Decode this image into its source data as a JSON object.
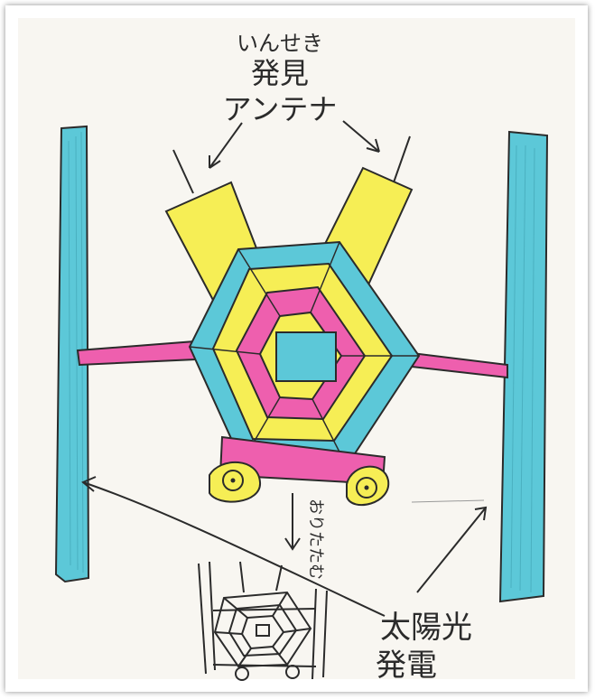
{
  "labels": {
    "antenna": [
      "いんせき",
      "発見",
      "アンテナ"
    ],
    "fold": "おりたたむ",
    "solar": [
      "太陽光",
      "発電"
    ]
  },
  "colors": {
    "paper": "#f8f6f1",
    "ink": "#2b2b2b",
    "cyan": "#5cc8d8",
    "yellow": "#f6ee55",
    "pink": "#ee5fae"
  },
  "icons": {
    "satellite": "satellite-drawing",
    "folded_satellite": "folded-satellite-drawing"
  }
}
